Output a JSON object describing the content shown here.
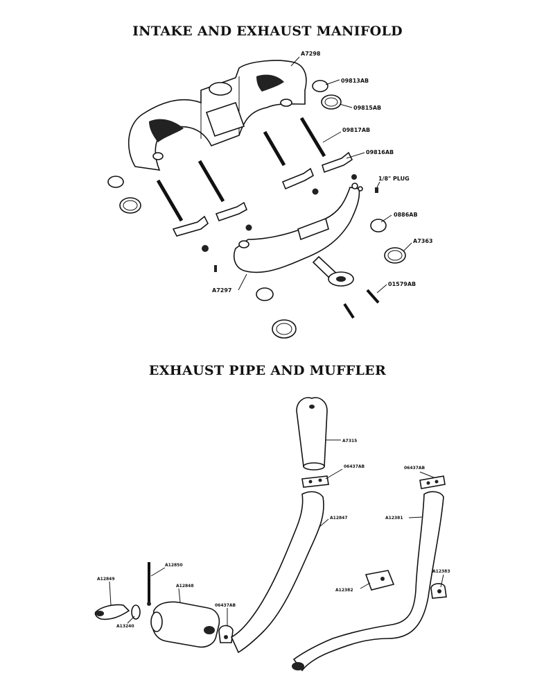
{
  "titles": {
    "manifold": "INTAKE AND EXHAUST MANIFOLD",
    "exhaust": "EXHAUST PIPE AND MUFFLER"
  },
  "labels": {
    "a7298": "A7298",
    "p09813ab": "09813AB",
    "p09815ab": "09815AB",
    "p09817ab": "09817AB",
    "p09816ab": "09816AB",
    "plug": "1/8\" PLUG",
    "p0886ab": "0886AB",
    "a7363": "A7363",
    "a7297": "A7297",
    "p01579ab": "01579AB",
    "a7315": "A7315",
    "p06437ab_a": "06437AB",
    "p06437ab_b": "06437AB",
    "p06437ab_c": "06437AB",
    "a12847": "A12847",
    "a12381": "A12381",
    "a12850": "A12850",
    "a12849": "A12849",
    "a12848": "A12848",
    "a13240": "A13240",
    "a12382": "A12382",
    "a12383": "A12383"
  }
}
